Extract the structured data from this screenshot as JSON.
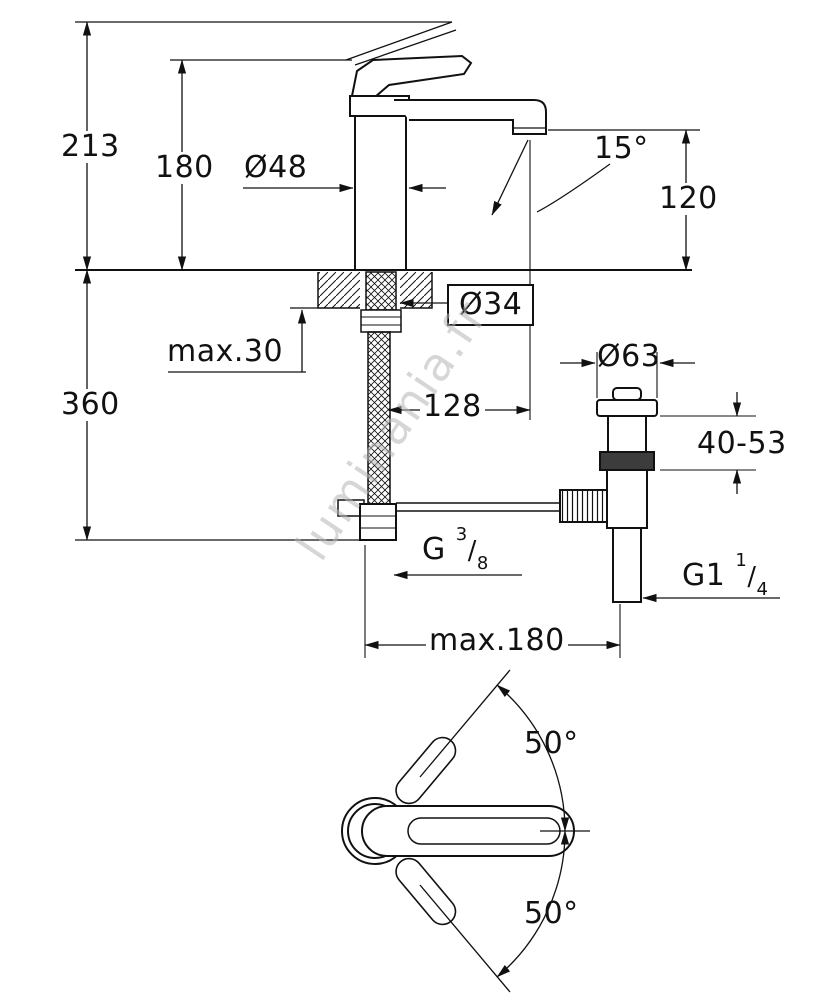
{
  "meta": {
    "watermark": "luminania.fr",
    "colors": {
      "line": "#111111",
      "watermark": "#b5b5b5"
    }
  },
  "dims": {
    "total_height": "213",
    "body_height": "180",
    "body_diameter": "Ø48",
    "spout_angle": "15°",
    "spout_height": "120",
    "hole_diameter": "Ø34",
    "deck_thickness": "max.30",
    "below_deck_height": "360",
    "spout_projection": "128",
    "waste_flange_diameter": "Ø63",
    "waste_depth_range": "40-53",
    "supply_thread": {
      "base": "G",
      "num": "3",
      "sep": "/",
      "den": "8"
    },
    "waste_thread": {
      "base": "G1",
      "num": "1",
      "sep": "/",
      "den": "4"
    },
    "max_reach": "max.180",
    "handle_swing_upper": "50°",
    "handle_swing_lower": "50°"
  }
}
